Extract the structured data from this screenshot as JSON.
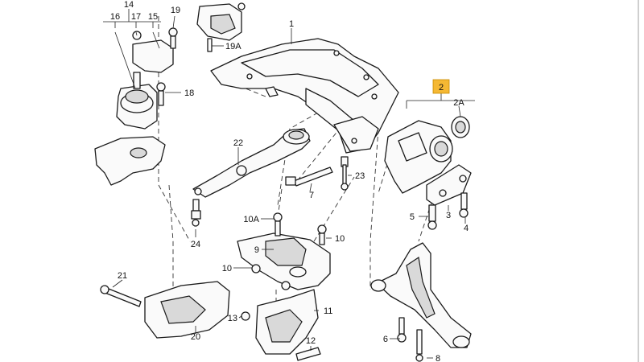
{
  "labels": {
    "l1": "1",
    "l2": "2",
    "l2a": "2A",
    "l3": "3",
    "l4": "4",
    "l5": "5",
    "l6": "6",
    "l7": "7",
    "l8": "8",
    "l9": "9",
    "l10a": "10A",
    "l10b": "10",
    "l10c": "10",
    "l11": "11",
    "l12": "12",
    "l13": "13",
    "l14": "14",
    "l15": "15",
    "l16": "16",
    "l17": "17",
    "l18": "18",
    "l19": "19",
    "l19a": "19A",
    "l20": "20",
    "l21": "21",
    "l22": "22",
    "l23": "23",
    "l24": "24"
  },
  "colors": {
    "highlight": "#f5b833",
    "line": "#1a1a1a"
  }
}
